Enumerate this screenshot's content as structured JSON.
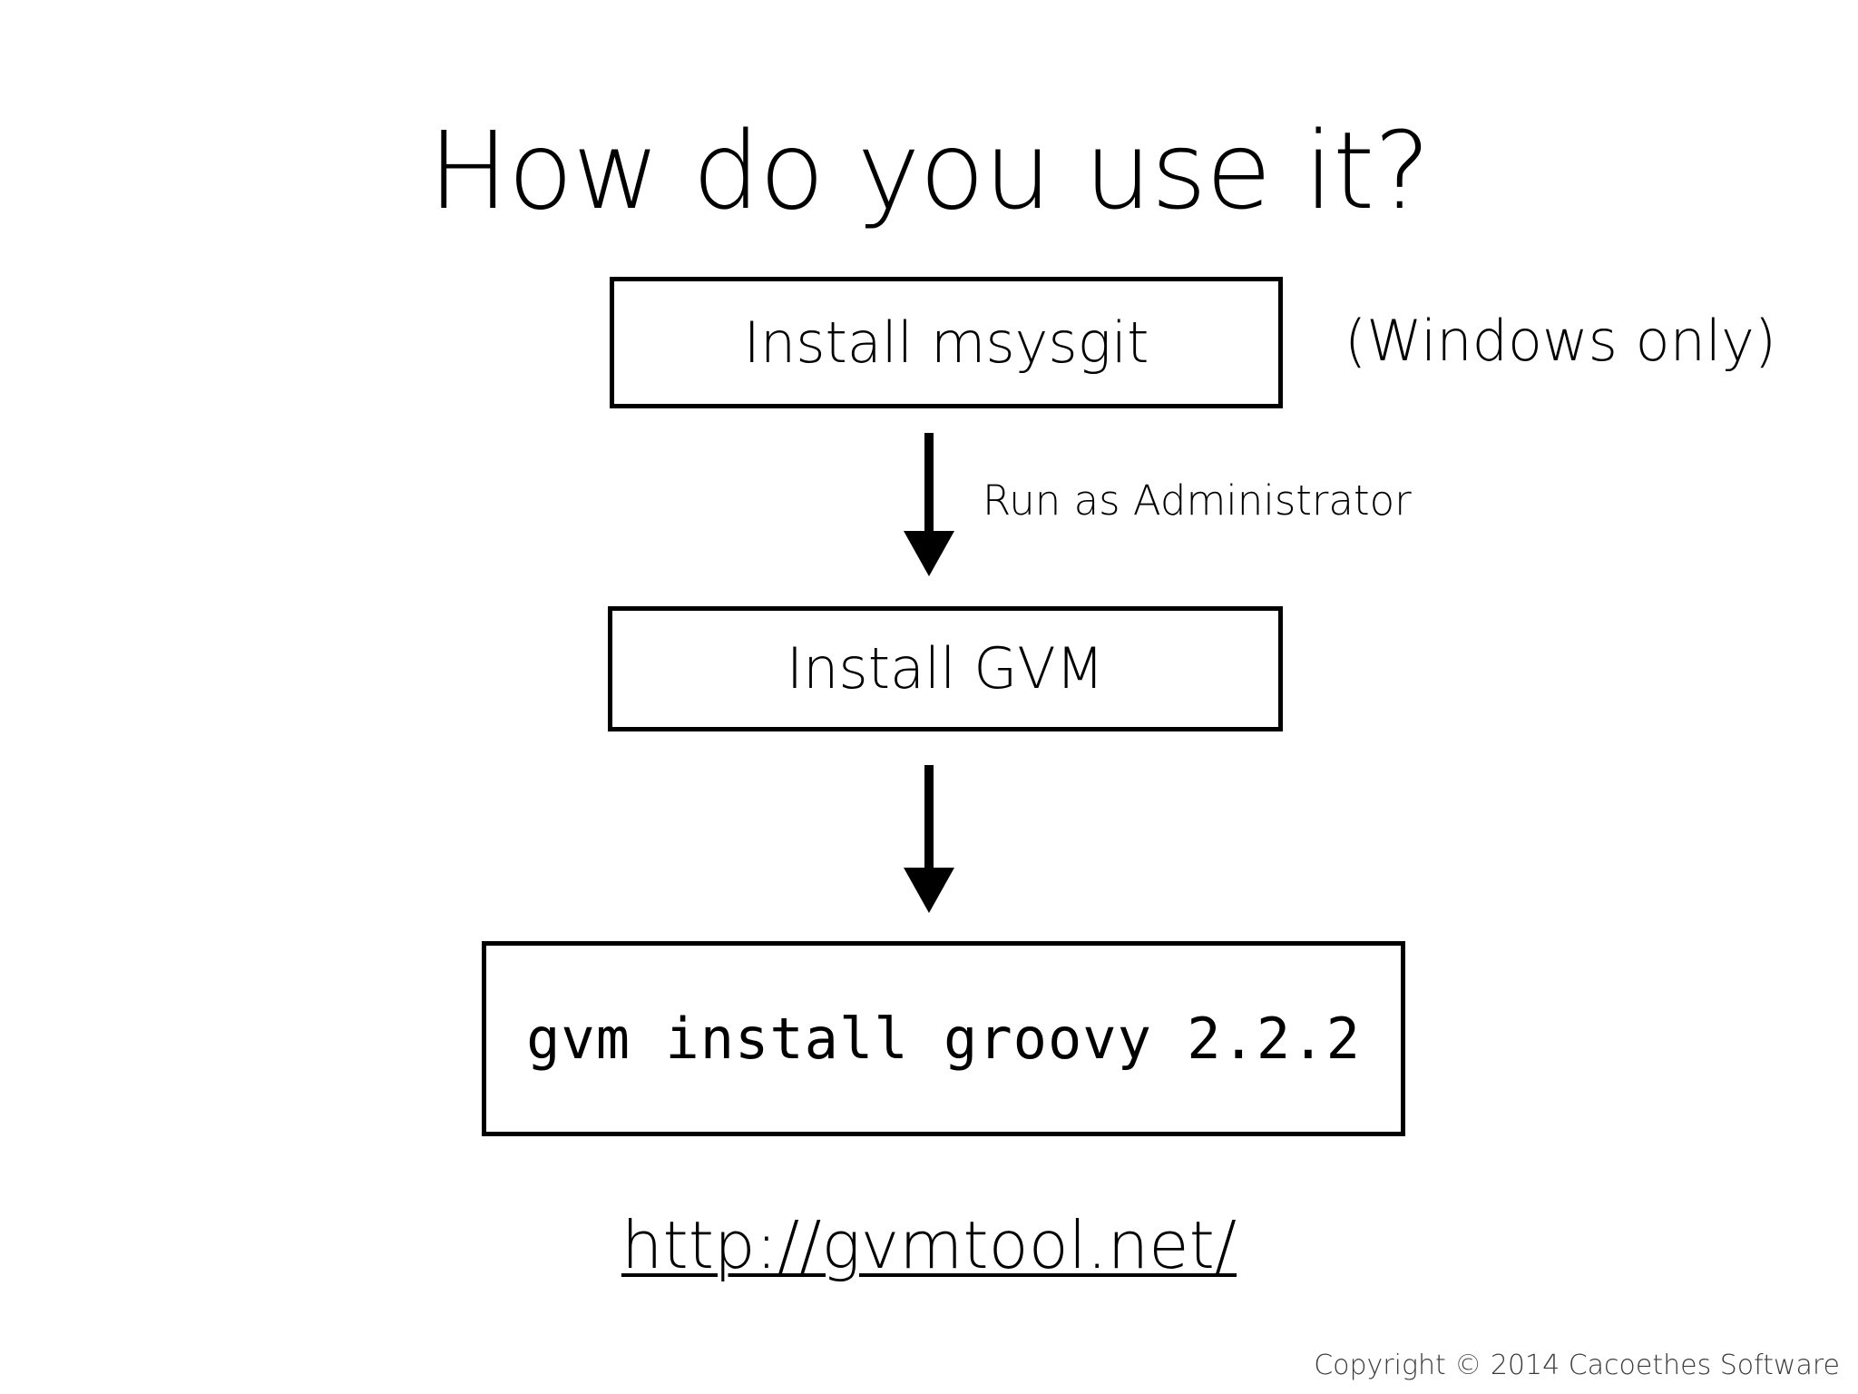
{
  "slide": {
    "title": "How do you use it?",
    "background_color": "#ffffff",
    "text_color": "#000000"
  },
  "flow": {
    "steps": [
      {
        "id": "install-msysgit",
        "label": "Install msysgit",
        "annotation": "(Windows only)"
      },
      {
        "id": "install-gvm",
        "label": "Install GVM"
      },
      {
        "id": "gvm-command",
        "label": "gvm install groovy 2.2.2"
      }
    ],
    "edges": [
      {
        "id": "edge-msysgit-to-gvm",
        "label": "Run as Administrator",
        "icon": "arrow-down-icon"
      },
      {
        "id": "edge-gvm-to-command",
        "label": "",
        "icon": "arrow-down-icon"
      }
    ]
  },
  "link": {
    "text": "http://gvmtool.net/"
  },
  "footer": {
    "copyright": "Copyright © 2014 Cacoethes Software",
    "color": "#3b3b3b"
  }
}
